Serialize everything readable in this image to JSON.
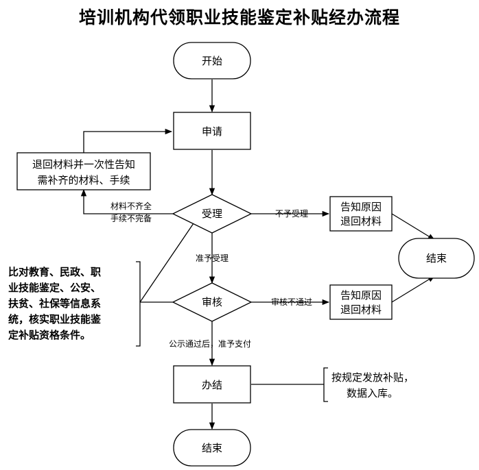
{
  "title": "培训机构代领职业技能鉴定补贴经办流程",
  "nodes": {
    "start": "开始",
    "apply": "申请",
    "return_materials": [
      "退回材料并一次性告知",
      "需补齐的材料、手续"
    ],
    "accept": "受理",
    "notify_reject_1": [
      "告知原因",
      "退回材料"
    ],
    "end_right": "结束",
    "review": "审核",
    "notify_reject_2": [
      "告知原因",
      "退回材料"
    ],
    "check_note": [
      "比对教育、民政、职",
      "业技能鉴定、公安、",
      "扶贫、社保等信息系",
      "统，核实职业技能鉴",
      "定补贴资格条件。"
    ],
    "finish": "办结",
    "finish_note": [
      "按规定发放补贴，",
      "数据入库。"
    ],
    "end_bottom": "结束"
  },
  "edges": {
    "incomplete": [
      "材料不齐全",
      "手续不完备"
    ],
    "not_accepted": "不予受理",
    "accepted": "准予受理",
    "not_passed": "审核不通过",
    "publicized": "公示通过后，准予支付"
  }
}
